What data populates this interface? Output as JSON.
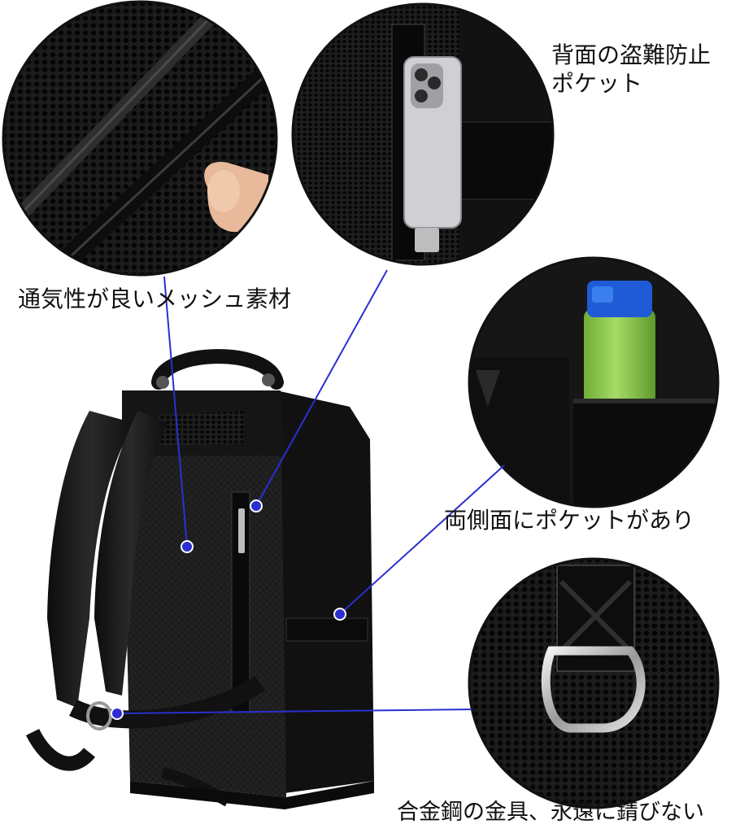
{
  "captions": {
    "mesh": "通気性が良いメッシュ素材",
    "anti_theft_line1": "背面の盗難防止",
    "anti_theft_line2": "ポケット",
    "side_pocket": "両側面にポケットがあり",
    "metal": "合金鋼の金具、永遠に錆びない"
  },
  "colors": {
    "leader_line": "#2b2fd0",
    "leader_dot": "#2b2fd0",
    "circle_border": "#111111",
    "bag_black": "#1a1a1a",
    "bottle_blue": "#1f5bd6",
    "bottle_green": "#8fce4a"
  }
}
